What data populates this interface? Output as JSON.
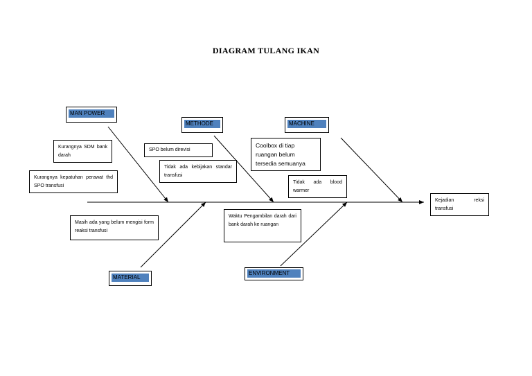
{
  "title": "DIAGRAM TULANG IKAN",
  "effect": "Kejadian reksi transfusi",
  "categories": {
    "man_power": "MAN POWER",
    "methode": "METHODE",
    "machine": "MACHINE",
    "material": "MATERIAL",
    "environment": "ENVIRONMENT"
  },
  "causes": {
    "man_power_1": "Kurangnya SDM bank darah",
    "man_power_2": "Kurangnya kepatuhan perawat thd SPO transfusi",
    "methode_1": "SPO belum direvisi",
    "methode_2": "Tidak ada kebijakan standar transfusi",
    "machine_1": "Coolbox di tiap ruangan belum tersedia semuanya",
    "machine_2": "Tidak ada blood warmer",
    "material_1": "Masih ada yang belum mengisi form reaksi transfusi",
    "environment_1": "Waktu Pengambilan darah dari bank darah ke ruangan"
  },
  "colors": {
    "label_fill": "#4f81bd",
    "line": "#000000"
  }
}
